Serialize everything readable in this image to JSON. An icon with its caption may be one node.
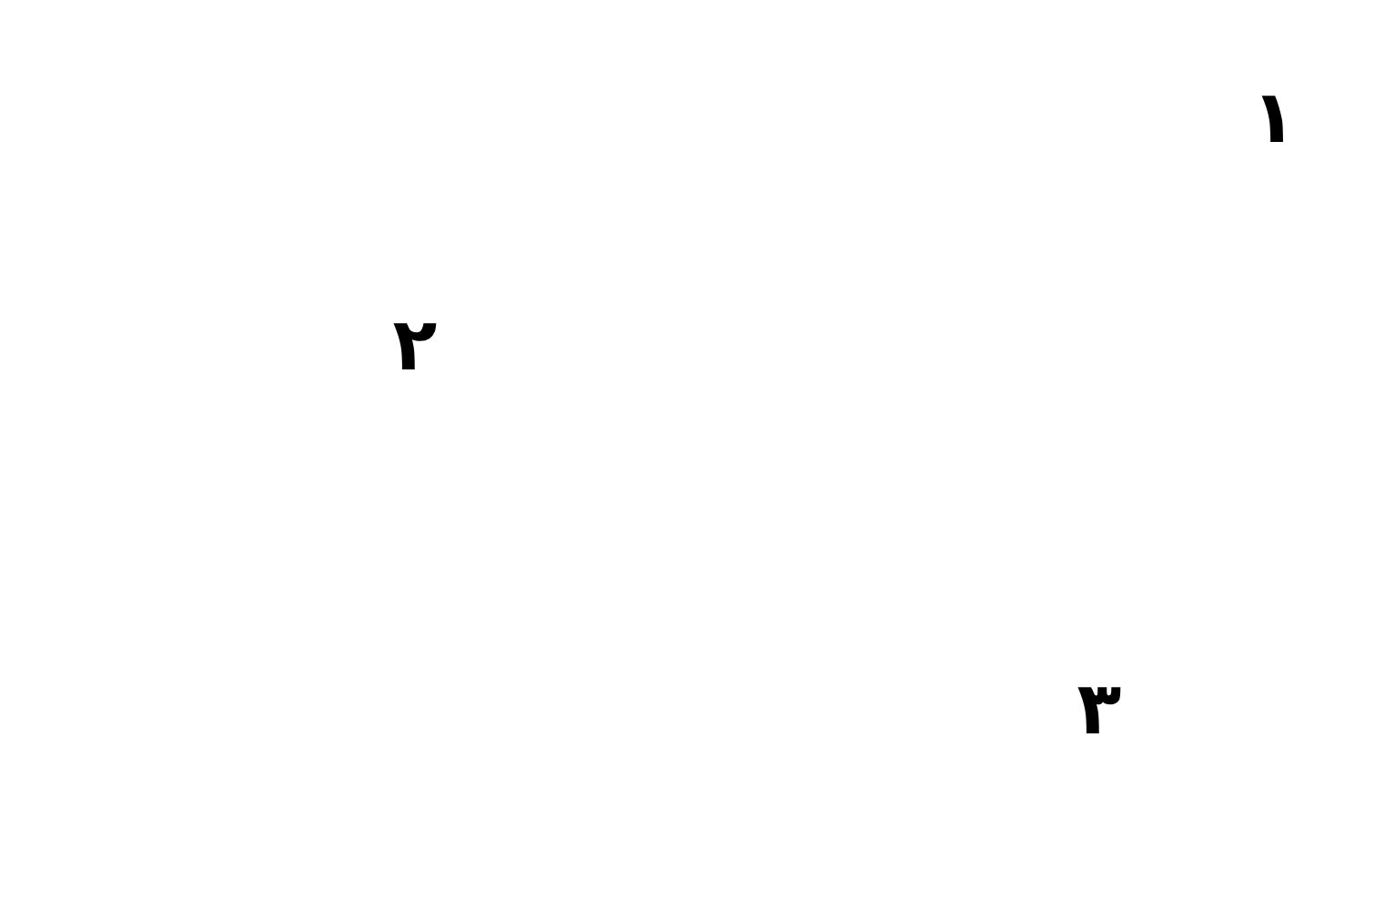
{
  "diagram": {
    "labels": [
      "۱",
      "۲",
      "۳"
    ]
  }
}
